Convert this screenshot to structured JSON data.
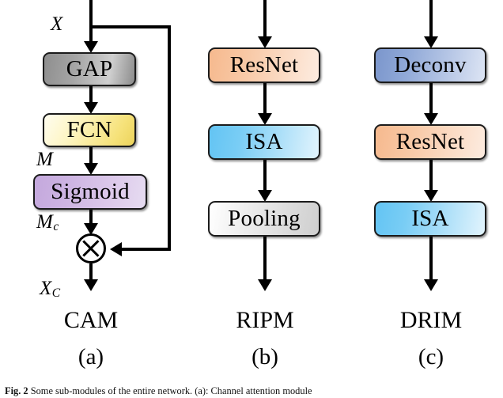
{
  "figure": {
    "caption_label": "Fig. 2",
    "caption_text": "Some sub-modules of the entire network. (a): Channel attention module"
  },
  "panels": [
    {
      "id": "cam",
      "name": "CAM",
      "letter": "(a)",
      "input_label": "X",
      "output_label": "X",
      "output_sub": "C",
      "nodes": [
        {
          "label": "GAP",
          "color": "#a6a6a6"
        },
        {
          "label": "FCN",
          "color": "#f6e27a"
        },
        {
          "label": "Sigmoid",
          "color": "#cdb4e2"
        }
      ],
      "signals": [
        {
          "label": "M",
          "sub": ""
        },
        {
          "label": "M",
          "sub": "c"
        }
      ],
      "operator": "multiply",
      "operator_glyph": "⊗",
      "skip_connection": true
    },
    {
      "id": "ripm",
      "name": "RIPM",
      "letter": "(b)",
      "nodes": [
        {
          "label": "ResNet",
          "color": "#f8c7a3"
        },
        {
          "label": "ISA",
          "color": "#79cdf5"
        },
        {
          "label": "Pooling",
          "color": "#dcdcdc"
        }
      ]
    },
    {
      "id": "drim",
      "name": "DRIM",
      "letter": "(c)",
      "nodes": [
        {
          "label": "Deconv",
          "color": "#8fa8d7"
        },
        {
          "label": "ResNet",
          "color": "#f8c7a3"
        },
        {
          "label": "ISA",
          "color": "#79cdf5"
        }
      ]
    }
  ]
}
